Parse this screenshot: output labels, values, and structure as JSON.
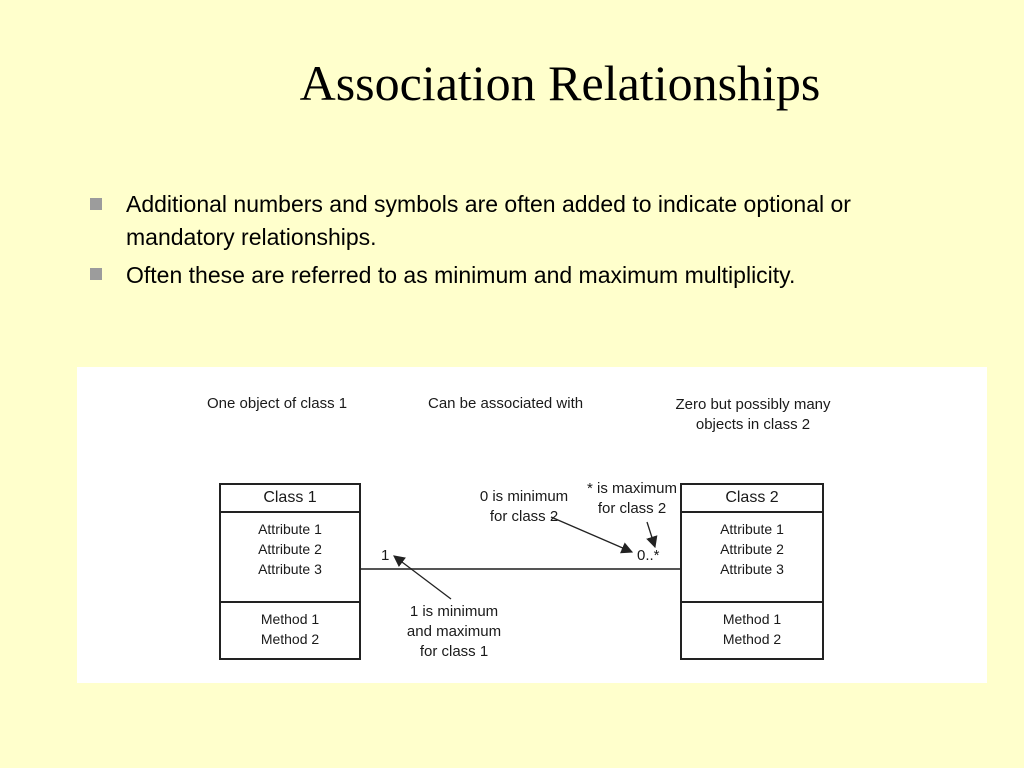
{
  "slide": {
    "title": "Association Relationships",
    "bullets": [
      "Additional numbers and symbols are often added to indicate optional or mandatory relationships.",
      "Often these are referred  to as minimum and maximum multiplicity."
    ]
  },
  "diagram": {
    "captions": {
      "left": "One object of class 1",
      "middle": "Can be associated with",
      "right_line1": "Zero but possibly many",
      "right_line2": "objects in class 2"
    },
    "class1": {
      "name": "Class 1",
      "attributes": [
        "Attribute 1",
        "Attribute 2",
        "Attribute 3"
      ],
      "methods": [
        "Method 1",
        "Method 2"
      ]
    },
    "class2": {
      "name": "Class 2",
      "attributes": [
        "Attribute 1",
        "Attribute 2",
        "Attribute 3"
      ],
      "methods": [
        "Method 1",
        "Method 2"
      ]
    },
    "multiplicity_left": "1",
    "multiplicity_right": "0..*",
    "notes": {
      "zero_min_line1": "0 is minimum",
      "zero_min_line2": "for class 2",
      "star_max_line1": "* is maximum",
      "star_max_line2": "for class 2",
      "one_line1": "1 is minimum",
      "one_line2": "and maximum",
      "one_line3": "for class 1"
    }
  }
}
